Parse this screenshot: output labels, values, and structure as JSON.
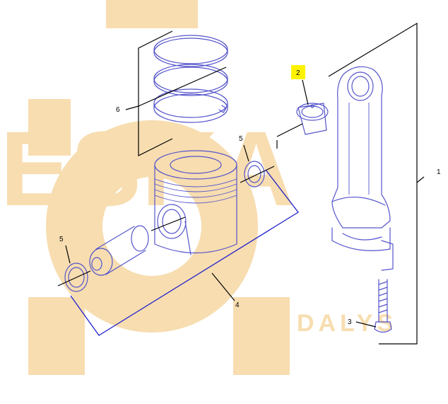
{
  "watermark": {
    "lines": [
      "ESKA",
      "DALYS"
    ],
    "color": "#f7ddb0",
    "icon": "gear-icon"
  },
  "callouts": {
    "connecting_rod": "1",
    "bearing": "2",
    "bolt": "3",
    "piston_pin": "4",
    "retainer_ring_top": "5",
    "retainer_ring_bottom": "5",
    "piston_rings": "6"
  },
  "highlight": {
    "label": "2",
    "color": "#fff200"
  },
  "colors": {
    "part_line": "#5555cc",
    "reference_line": "#000000",
    "group_bracket": "#2222cc"
  }
}
